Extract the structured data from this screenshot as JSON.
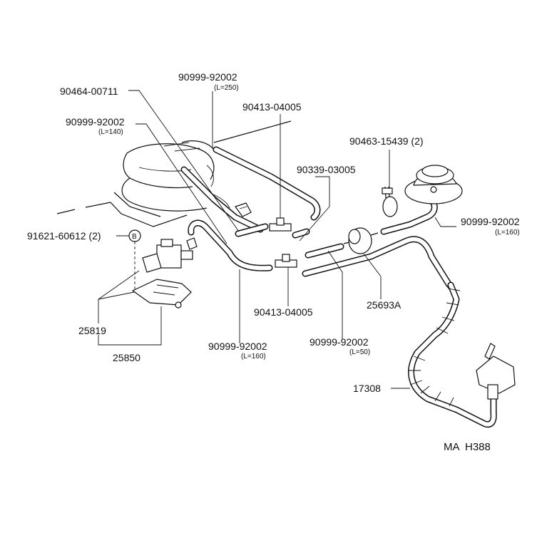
{
  "labels": {
    "p_90464_00711": "90464-00711",
    "p_90999_92002_top": "90999-92002",
    "p_90999_92002_top_len": "(L=250)",
    "p_90999_92002_left": "90999-92002",
    "p_90999_92002_left_len": "(L=140)",
    "p_90413_04005_top": "90413-04005",
    "p_90463_15439": "90463-15439 (2)",
    "p_90339_03005": "90339-03005",
    "p_91621_60612": "91621-60612 (2)",
    "p_b_marker": "B",
    "p_90999_92002_right": "90999-92002",
    "p_90999_92002_right_len": "(L=160)",
    "p_25693a": "25693A",
    "p_90413_04005_bottom": "90413-04005",
    "p_25819": "25819",
    "p_25850": "25850",
    "p_90999_92002_bottom": "90999-92002",
    "p_90999_92002_bottom_len": "(L=160)",
    "p_90999_92002_mid": "90999-92002",
    "p_90999_92002_mid_len": "(L=50)",
    "p_17308": "17308",
    "catalog_code": "MA  H388"
  }
}
